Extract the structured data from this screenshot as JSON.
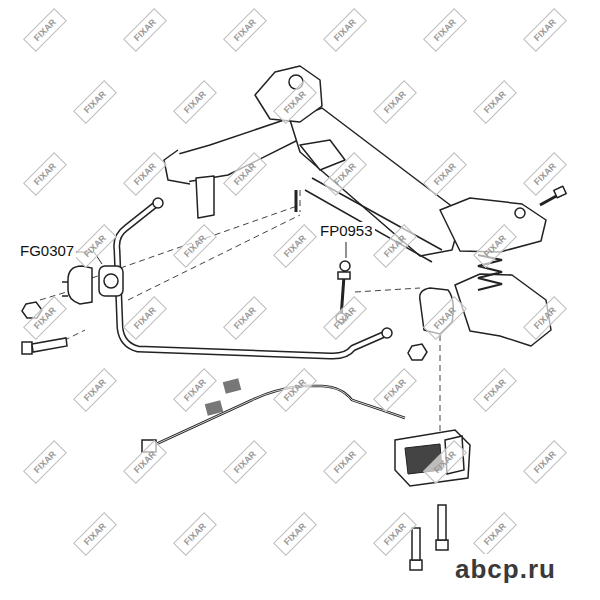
{
  "diagram": {
    "labels": [
      "FG0307",
      "FP0953",
      "abcp.ru",
      "FIXAR",
      "FIXAR",
      "FIXAR",
      "FIXAR",
      "FIXAR",
      "FIXAR",
      "FIXAR",
      "FIXAR",
      "FIXAR",
      "FIXAR",
      "FIXAR",
      "FIXAR",
      "FIXAR",
      "FIXAR",
      "FIXAR",
      "FIXAR",
      "FIXAR",
      "FIXAR",
      "FIXAR",
      "FIXAR",
      "FIXAR",
      "FIXAR",
      "FIXAR",
      "FIXAR",
      "FIXAR",
      "FIXAR",
      "FIXAR",
      "FIXAR",
      "FIXAR",
      "FIXAR",
      "FIXAR",
      "FIXAR",
      "FIXAR",
      "FIXAR",
      "FIXAR",
      "FIXAR",
      "FIXAR",
      "FIXAR",
      "FIXAR",
      "FIXAR",
      "FIXAR",
      "FIXAR",
      "FIXAR",
      "FIXAR"
    ]
  }
}
